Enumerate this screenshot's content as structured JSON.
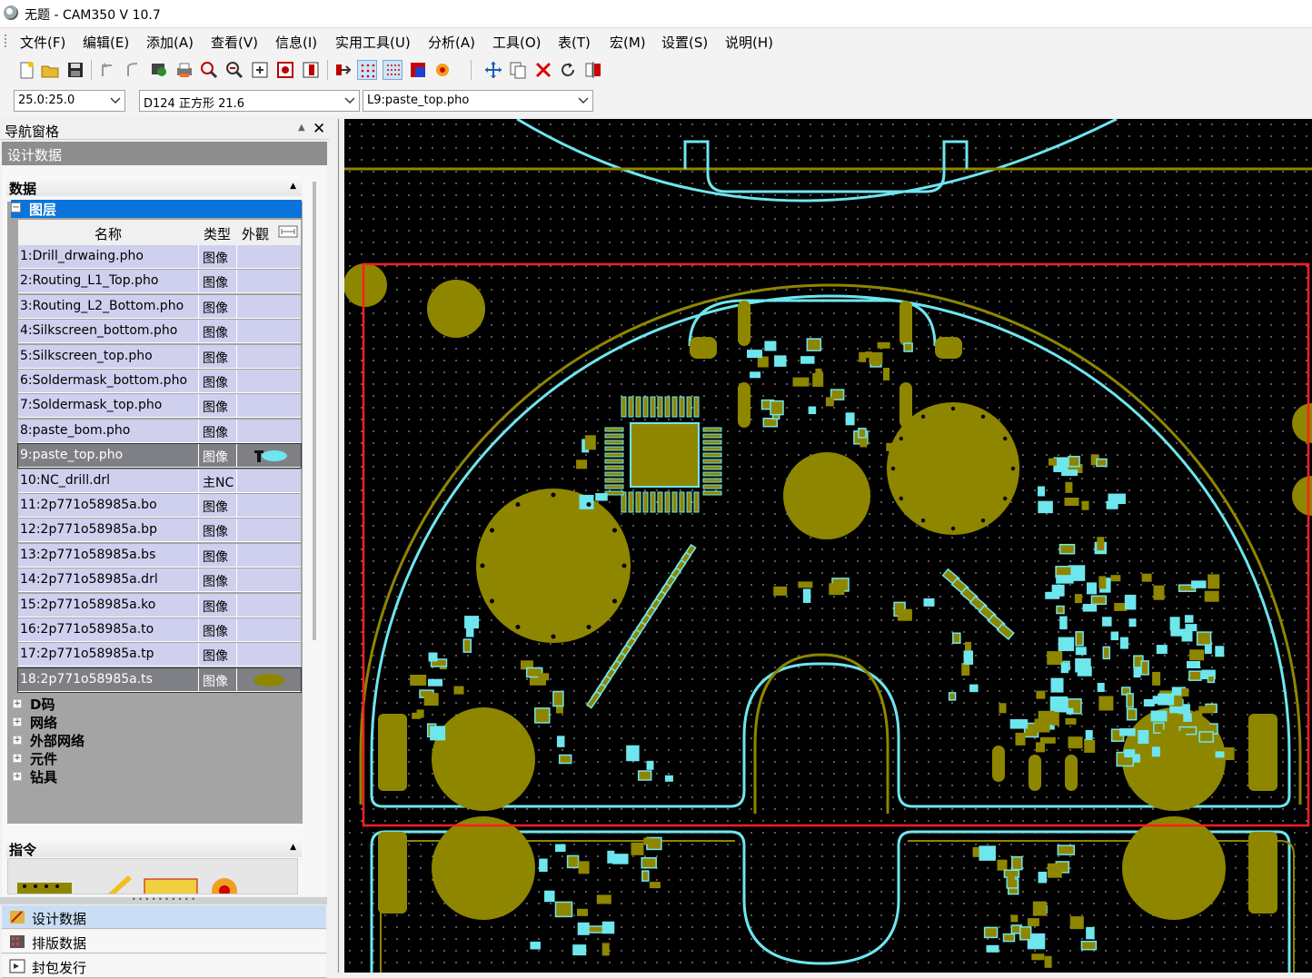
{
  "window": {
    "title": "无题 - CAM350 V 10.7"
  },
  "menu": [
    "文件(F)",
    "编辑(E)",
    "添加(A)",
    "查看(V)",
    "信息(I)",
    "实用工具(U)",
    "分析(A)",
    "工具(O)",
    "表(T)",
    "宏(M)",
    "设置(S)",
    "说明(H)"
  ],
  "combos": {
    "grid": "25.0:25.0",
    "dcode": "D124  正方形 21.6",
    "layer": "L9:paste_top.pho"
  },
  "nav": {
    "title": "导航窗格",
    "panel_title": "设计数据",
    "data_group": "数据",
    "layers_node": "图层",
    "columns": {
      "name": "名称",
      "type": "类型",
      "look": "外觀"
    },
    "layers": [
      {
        "name": "1:Drill_drwaing.pho",
        "type": "图像"
      },
      {
        "name": "2:Routing_L1_Top.pho",
        "type": "图像"
      },
      {
        "name": "3:Routing_L2_Bottom.pho",
        "type": "图像"
      },
      {
        "name": "4:Silkscreen_bottom.pho",
        "type": "图像"
      },
      {
        "name": "5:Silkscreen_top.pho",
        "type": "图像"
      },
      {
        "name": "6:Soldermask_bottom.pho",
        "type": "图像"
      },
      {
        "name": "7:Soldermask_top.pho",
        "type": "图像"
      },
      {
        "name": "8:paste_bom.pho",
        "type": "图像"
      },
      {
        "name": "9:paste_top.pho",
        "type": "图像"
      },
      {
        "name": "10:NC_drill.drl",
        "type": "主NC"
      },
      {
        "name": "11:2p771o58985a.bo",
        "type": "图像"
      },
      {
        "name": "12:2p771o58985a.bp",
        "type": "图像"
      },
      {
        "name": "13:2p771o58985a.bs",
        "type": "图像"
      },
      {
        "name": "14:2p771o58985a.drl",
        "type": "图像"
      },
      {
        "name": "15:2p771o58985a.ko",
        "type": "图像"
      },
      {
        "name": "16:2p771o58985a.to",
        "type": "图像"
      },
      {
        "name": "17:2p771o58985a.tp",
        "type": "图像"
      },
      {
        "name": "18:2p771o58985a.ts",
        "type": "图像"
      }
    ],
    "other_nodes": [
      "D码",
      "网络",
      "外部网络",
      "元件",
      "钻具"
    ],
    "commands_group": "指令",
    "bottom_tabs": [
      "设计数据",
      "排版数据",
      "封包发行"
    ]
  },
  "colors": {
    "copper": "#8f8600",
    "outline": "#6ee6ee",
    "selection_box": "#ff2020",
    "layer_row": "#cfd0ee",
    "selected_row": "#7f7f86",
    "accent": "#0a74da"
  }
}
